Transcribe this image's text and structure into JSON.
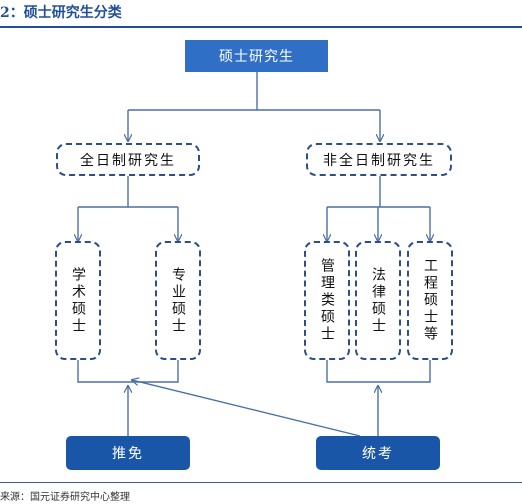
{
  "title": "2：硕士研究生分类",
  "source": "来源：国元证券研究中心整理",
  "nodes": {
    "root": "硕士研究生",
    "fulltime": "全日制研究生",
    "parttime": "非全日制研究生",
    "academic": "学术硕士",
    "professional": "专业硕士",
    "management": "管理类硕士",
    "law": "法律硕士",
    "engineering": "工程硕士等",
    "recommend": "推免",
    "exam": "统考"
  }
}
